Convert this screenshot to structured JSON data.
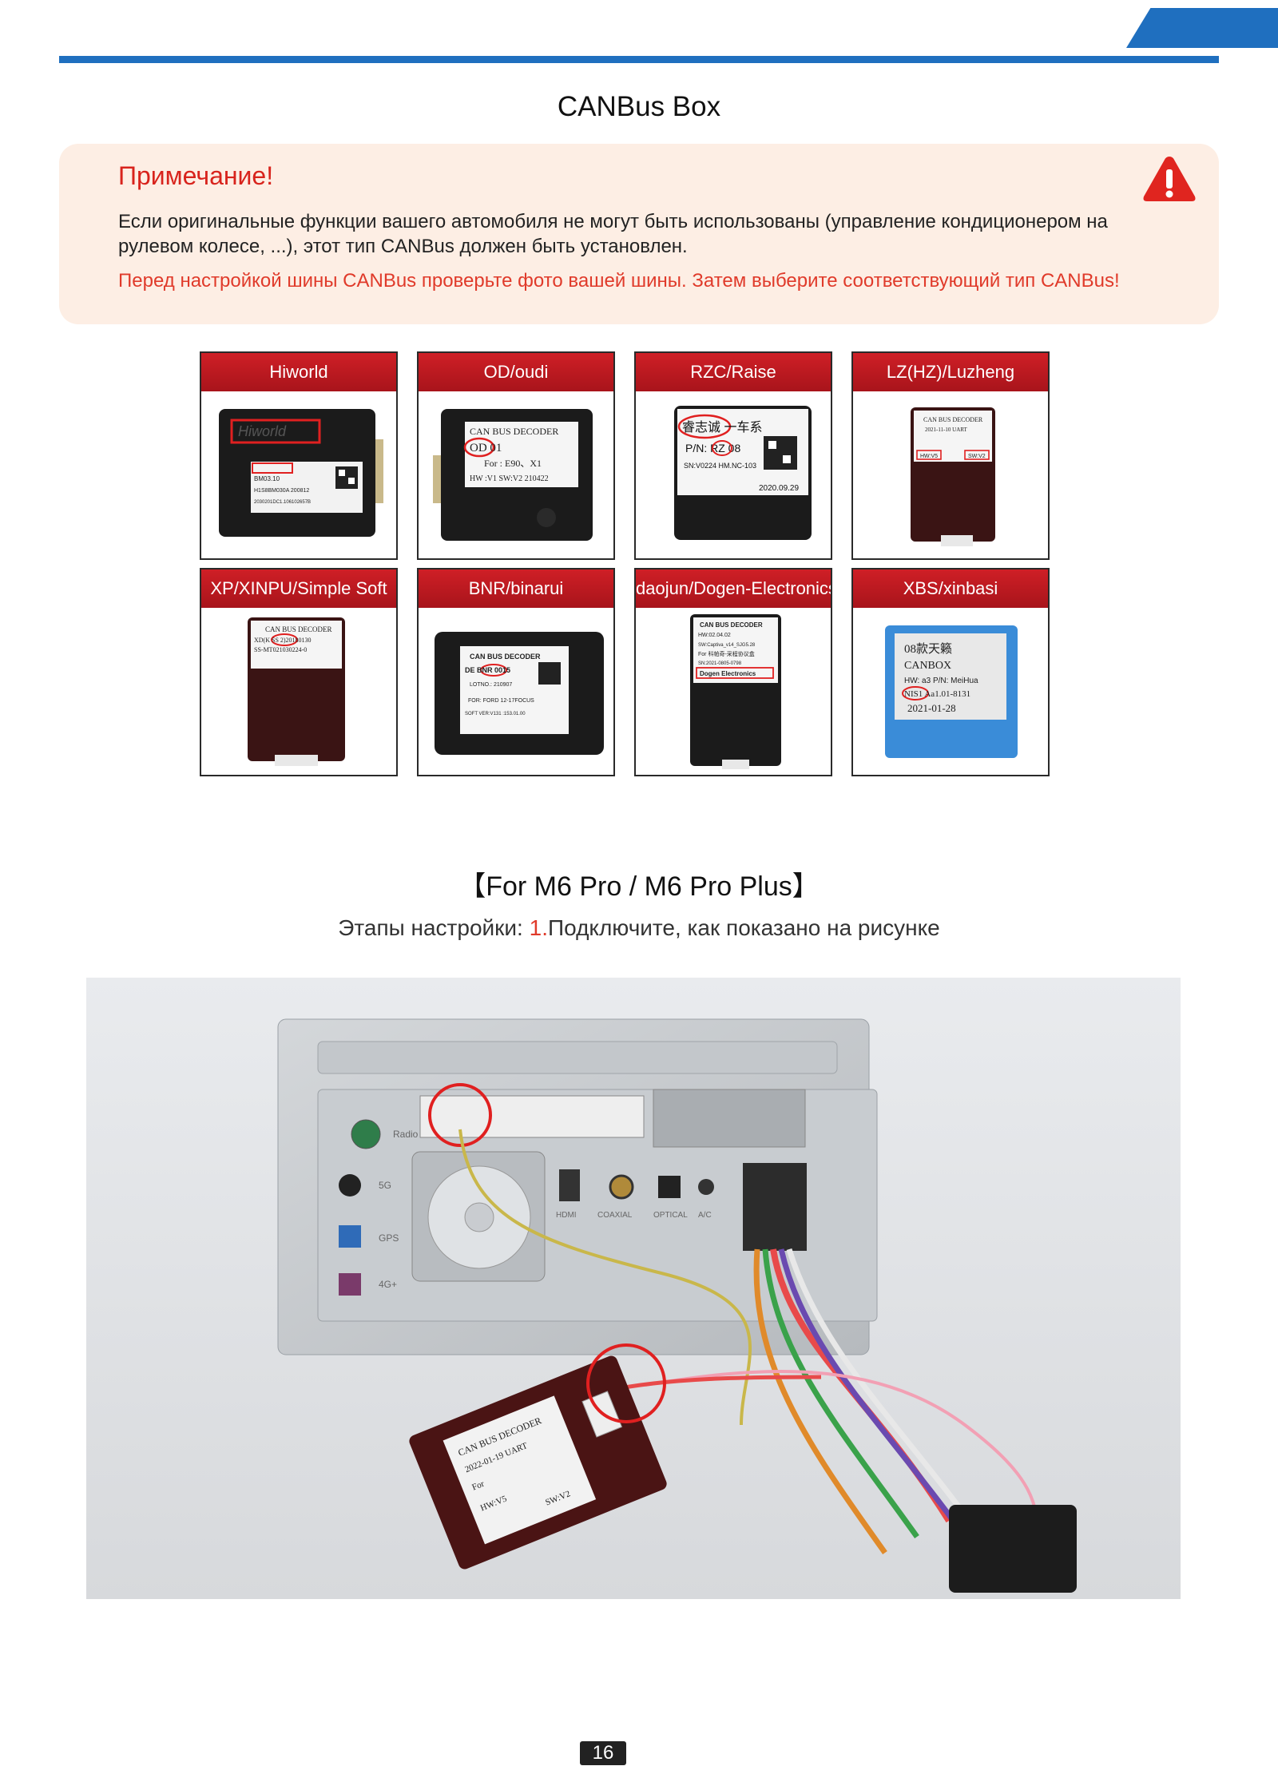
{
  "page_title": "CANBus Box",
  "note": {
    "heading": "Примечание!",
    "text": "Если оригинальные функции вашего автомобиля не могут быть использованы (управление кондиционером на рулевом колесе, ...), этот тип CANBus должен быть установлен.",
    "warning": "Перед настройкой шины CANBus проверьте фото вашей шины. Затем выберите соответствующий тип CANBus!",
    "icon": "warning-triangle-icon"
  },
  "canbus_types": [
    {
      "label": "Hiworld",
      "box": {
        "color": "#1b1b1b",
        "lines": [
          "Hiworld",
          "BM03.10",
          "H1S8BM030A   200812",
          "2030201DC1.106102657B"
        ]
      }
    },
    {
      "label": "OD/oudi",
      "box": {
        "color": "#1b1b1b",
        "lines": [
          "CAN BUS DECODER",
          "OD 01",
          "For : E90、X1",
          "HW :V1  SW:V2  210422"
        ]
      }
    },
    {
      "label": "RZC/Raise",
      "box": {
        "color": "#1b1b1b",
        "lines": [
          "睿志诚 一车系",
          "P/N: RZ 08",
          "SN:V0224 HM.NC-103",
          "2020.09.29"
        ]
      }
    },
    {
      "label": "LZ(HZ)/Luzheng",
      "box": {
        "color": "#3a1414",
        "lines": [
          "CAN BUS DECODER",
          "2021-11-10 UART",
          "HW:V5",
          "SW:V2"
        ]
      }
    },
    {
      "label": "XP/XINPU/Simple Soft",
      "box": {
        "color": "#3a1414",
        "lines": [
          "CAN BUS DECODER",
          "XD(K SS 2)20180130",
          "SS-MT021030224-0"
        ]
      }
    },
    {
      "label": "BNR/binarui",
      "box": {
        "color": "#1b1b1b",
        "lines": [
          "CAN BUS DECODER",
          "DE BNR 0015",
          "LOTNO.: 210907",
          "FOR: FORD 12-17FOCUS",
          "SOFT VER:V131 :153.01.00"
        ]
      }
    },
    {
      "label": "daojun/Dogen-Electronics",
      "box": {
        "color": "#1b1b1b",
        "lines": [
          "CAN BUS DECODER",
          "HW:02.04.02",
          "SW:Captiva_v14_SJG5.28",
          "For 科帕奇-采程协议盒",
          "SN:2021-0805-0798",
          "Dogen Electronics"
        ]
      }
    },
    {
      "label": "XBS/xinbasi",
      "box": {
        "color": "#3a8cd8",
        "lines": [
          "08款天籁",
          "CANBOX",
          "HW: a3   P/N: MeiHua",
          "NIS1 Aa1.01-8131",
          "2021-01-28"
        ]
      }
    }
  ],
  "section_title": "【For M6 Pro / M6 Pro Plus】",
  "steps": {
    "prefix": "Этапы настройки: ",
    "number": "1.",
    "text": "Подключите, как показано на рисунке"
  },
  "photo_labels": {
    "radio": "Radio",
    "fiveg": "5G",
    "gps": "GPS",
    "fourg": "4G+",
    "hdmi": "HDMI",
    "coaxial": "COAXIAL",
    "optical": "OPTICAL",
    "aux": "A/C",
    "decoder_lines": [
      "CAN BUS DECODER",
      "2022-01-19 UART",
      "For",
      "HW:V5",
      "SW:V2"
    ]
  },
  "page_number": "16",
  "colors": {
    "accent_blue": "#1f6fbf",
    "note_red": "#d8231c",
    "card_red": "#cf1f26",
    "note_bg": "#fdeee4"
  }
}
